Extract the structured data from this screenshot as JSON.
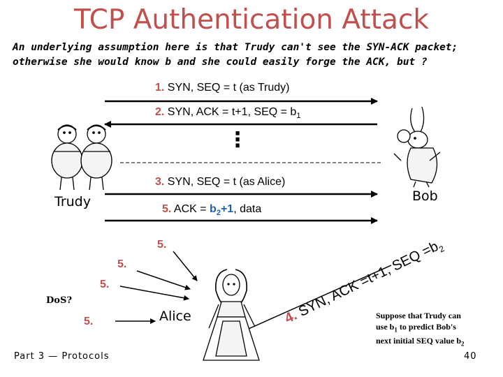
{
  "title": "TCP Authentication Attack",
  "intro": {
    "line1": "An underlying assumption here is that Trudy can't see the SYN-ACK packet;",
    "line2": "otherwise she would know b and she could easily forge the ACK, but ?"
  },
  "messages": {
    "m1": {
      "num": "1.",
      "text": " SYN, SEQ = t (as Trudy)"
    },
    "m2": {
      "num": "2.",
      "text_a": " SYN, ACK = t+1, SEQ = b",
      "sub": "1"
    },
    "m3": {
      "num": "3.",
      "text": " SYN, SEQ = t  (as Alice)"
    },
    "m5": {
      "num": "5.",
      "text_a": " ACK = ",
      "b2": "b",
      "b2sub": "2",
      "plus": "+1",
      "text_b": ", data"
    },
    "diag": {
      "num": "4.",
      "text": " SYN, ACK =t+1, SEQ =b",
      "sub": "2"
    }
  },
  "dots": "⋮",
  "parties": {
    "trudy": "Trudy",
    "bob": "Bob",
    "alice": "Alice"
  },
  "dos": {
    "label": "DoS?",
    "five": "5."
  },
  "note": {
    "line1": "Suppose that Trudy can",
    "line2a": "use b",
    "line2sub": "1",
    "line2b": " to predict Bob's",
    "line3a": "next initial SEQ value b",
    "line3sub": "2"
  },
  "footer": {
    "left": "Part 3 — Protocols",
    "right": "40"
  },
  "colors": {
    "title": "#c0504d",
    "accent": "#1f5fa8"
  }
}
